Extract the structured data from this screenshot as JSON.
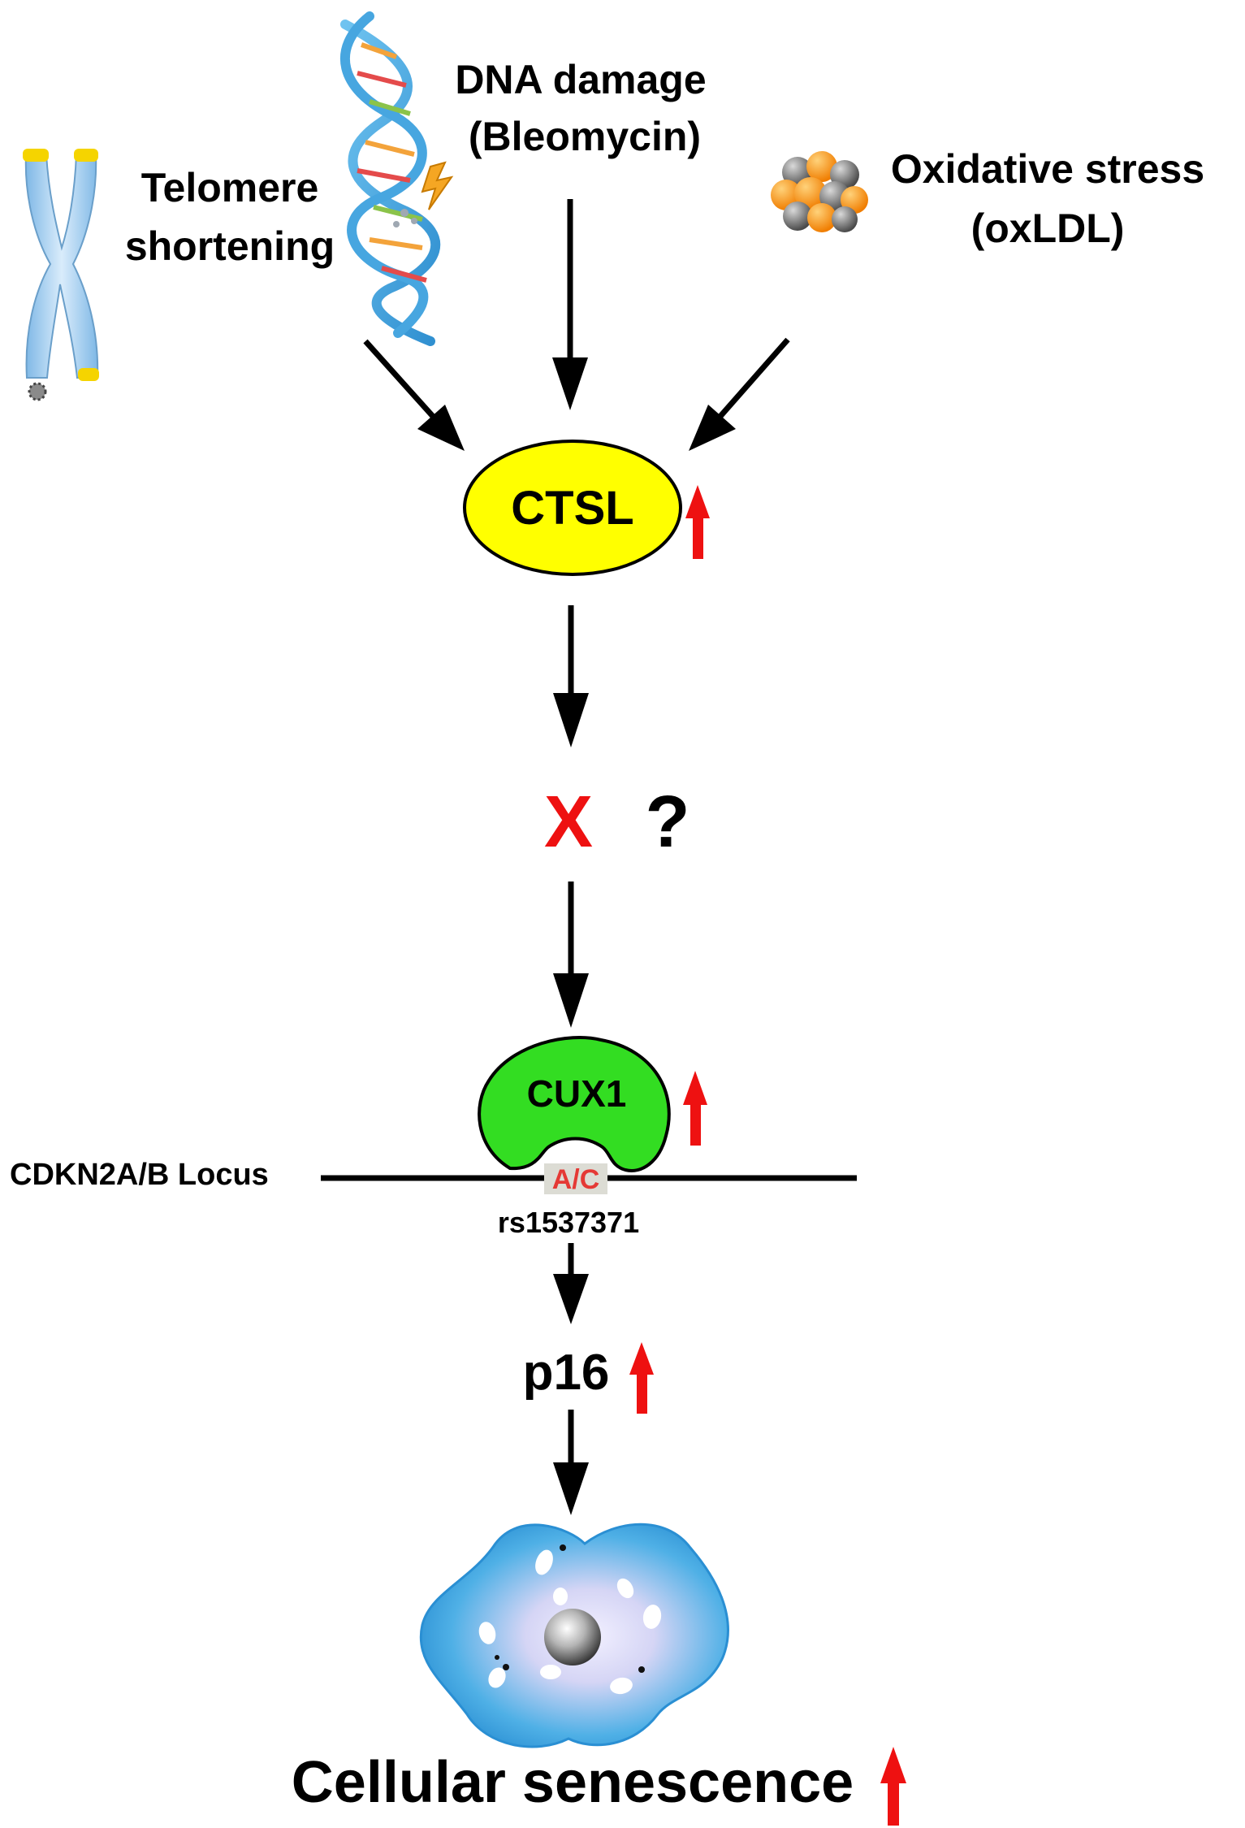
{
  "stressors": {
    "telomere": {
      "line1": "Telomere",
      "line2": "shortening",
      "icon": "chromosome-icon"
    },
    "dna_damage": {
      "line1": "DNA damage",
      "line2": "(Bleomycin)",
      "icon": "dna-helix-icon"
    },
    "oxidative": {
      "line1": "Oxidative stress",
      "line2": "(oxLDL)",
      "icon": "molecule-cluster-icon"
    }
  },
  "ctsl": {
    "label": "CTSL"
  },
  "unknown": {
    "x_label": "X",
    "question": "?"
  },
  "cux1": {
    "label": "CUX1"
  },
  "locus": {
    "label": "CDKN2A/B Locus",
    "allele": "A/C",
    "snp": "rs1537371"
  },
  "p16": {
    "label": "p16"
  },
  "outcome": {
    "label": "Cellular senescence",
    "icon": "senescent-cell-icon"
  },
  "colors": {
    "ctsl_fill": "#ffff00",
    "cux1_fill": "#33dd22",
    "up_arrow": "#ee1111",
    "x_mark": "#ee1111",
    "arrow": "#000000",
    "cell": "#3399dd"
  }
}
